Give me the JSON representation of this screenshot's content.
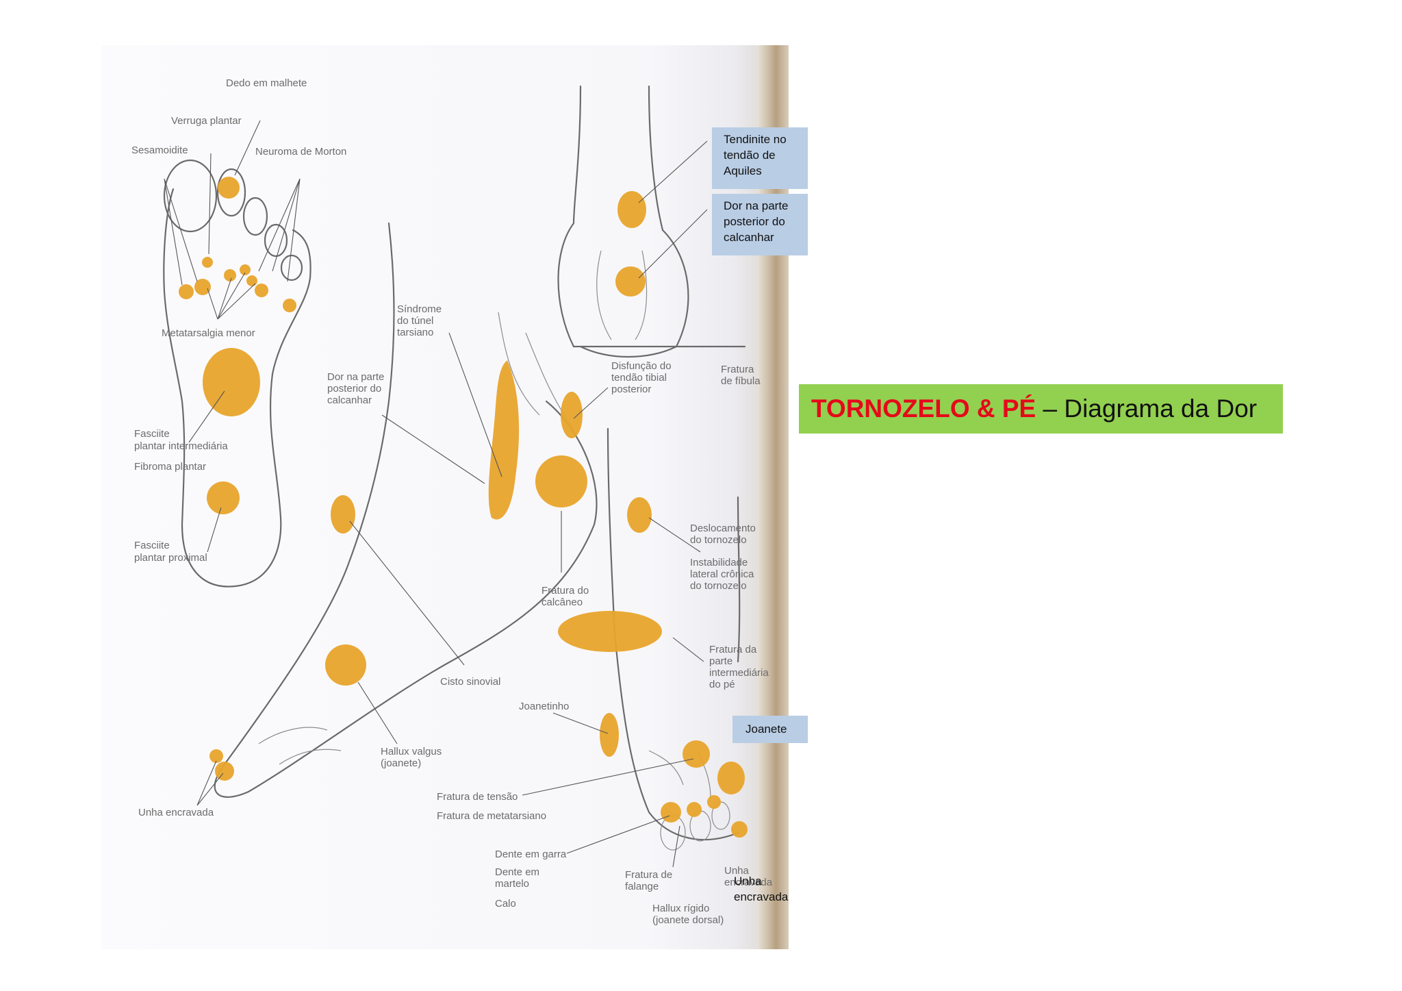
{
  "title": {
    "main": "TORNOZELO & PÉ",
    "rest": " – Diagrama da Dor"
  },
  "callouts": {
    "achilles": "Tendinite no\ntendão de\nAquiles",
    "heel": "Dor na parte\nposterior do\ncalcanhar",
    "bunion": "Joanete",
    "ingrown_nail": "Unha\nencravada"
  },
  "diagram_labels": {
    "dedo_malhete": "Dedo em malhete",
    "verruga": "Verruga plantar",
    "sesamoidite": "Sesamoidite",
    "neuroma": "Neuroma de Morton",
    "metatarsalgia": "Metatarsalgia menor",
    "fasceite_inter_1": "Fasciite",
    "fasceite_inter_2": "plantar intermediária",
    "fibroma": "Fibroma plantar",
    "fasceite_prox_1": "Fasciite",
    "fasceite_prox_2": "plantar proximal",
    "sindrome_1": "Síndrome",
    "sindrome_2": "do túnel",
    "sindrome_3": "tarsiano",
    "dor_post_1": "Dor na parte",
    "dor_post_2": "posterior do",
    "dor_post_3": "calcanhar",
    "disfuncao_1": "Disfunção do",
    "disfuncao_2": "tendão tibial",
    "disfuncao_3": "posterior",
    "fratura_fibula_1": "Fratura",
    "fratura_fibula_2": "de fíbula",
    "fratura_calcaneo_1": "Fratura do",
    "fratura_calcaneo_2": "calcâneo",
    "deslocamento_1": "Deslocamento",
    "deslocamento_2": "do tornozelo",
    "instabilidade_1": "Instabilidade",
    "instabilidade_2": "lateral crônica",
    "instabilidade_3": "do tornozelo",
    "fratura_parte_1": "Fratura da",
    "fratura_parte_2": "parte",
    "fratura_parte_3": "intermediária",
    "fratura_parte_4": "do pé",
    "cisto": "Cisto sinovial",
    "joanetinho": "Joanetinho",
    "hallux_valgus_1": "Hallux valgus",
    "hallux_valgus_2": "(joanete)",
    "unha_encravada": "Unha encravada",
    "fratura_tensao": "Fratura de tensão",
    "fratura_metatarsiano": "Fratura de metatarsiano",
    "dente_garra": "Dente em garra",
    "dente_martelo_1": "Dente em",
    "dente_martelo_2": "martelo",
    "calo": "Calo",
    "fratura_falange_1": "Fratura de",
    "fratura_falange_2": "falange",
    "hallux_rigido_1": "Hallux rígido",
    "hallux_rigido_2": "(joanete dorsal)",
    "unha_dir_1": "Unha",
    "unha_dir_2": "encravada"
  },
  "colors": {
    "pain_spot": "#e8a42c",
    "title_bg": "#92d050",
    "title_accent": "#e5091a",
    "callout_bg": "#b9cde5"
  }
}
